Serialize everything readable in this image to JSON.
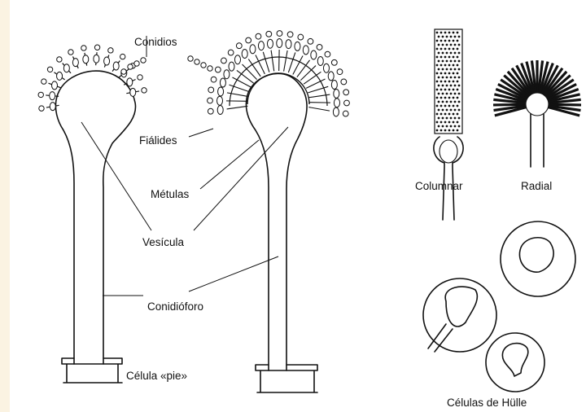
{
  "labels": {
    "conidios": "Conidios",
    "fialides": "Fiálides",
    "metulas": "Métulas",
    "vesicula": "Vesícula",
    "conidioforo": "Conidióforo",
    "celula_pie": "Célula «pie»",
    "columnar": "Columnar",
    "radial": "Radial",
    "celulas_hulle": "Células de Hülle"
  }
}
